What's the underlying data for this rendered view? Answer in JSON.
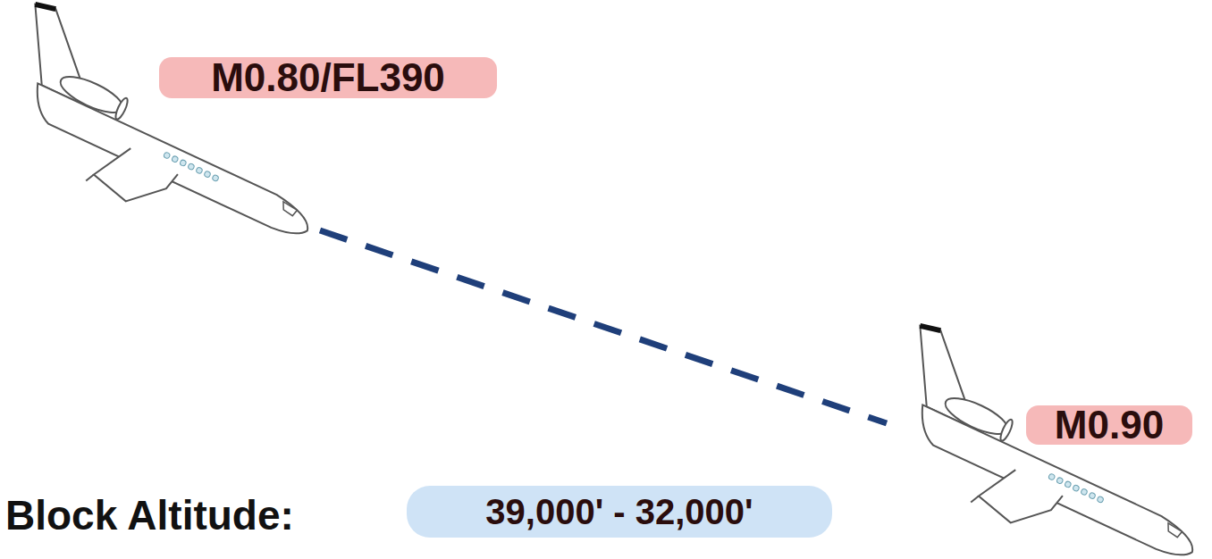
{
  "diagram": {
    "nodes": [
      {
        "text": [
          "M0.80/FL390"
        ]
      },
      {
        "text": [
          "M0.90"
        ]
      },
      {
        "text": [
          "39,000' - 32,000'"
        ]
      }
    ],
    "labels": [
      "Block Altitude:"
    ]
  }
}
